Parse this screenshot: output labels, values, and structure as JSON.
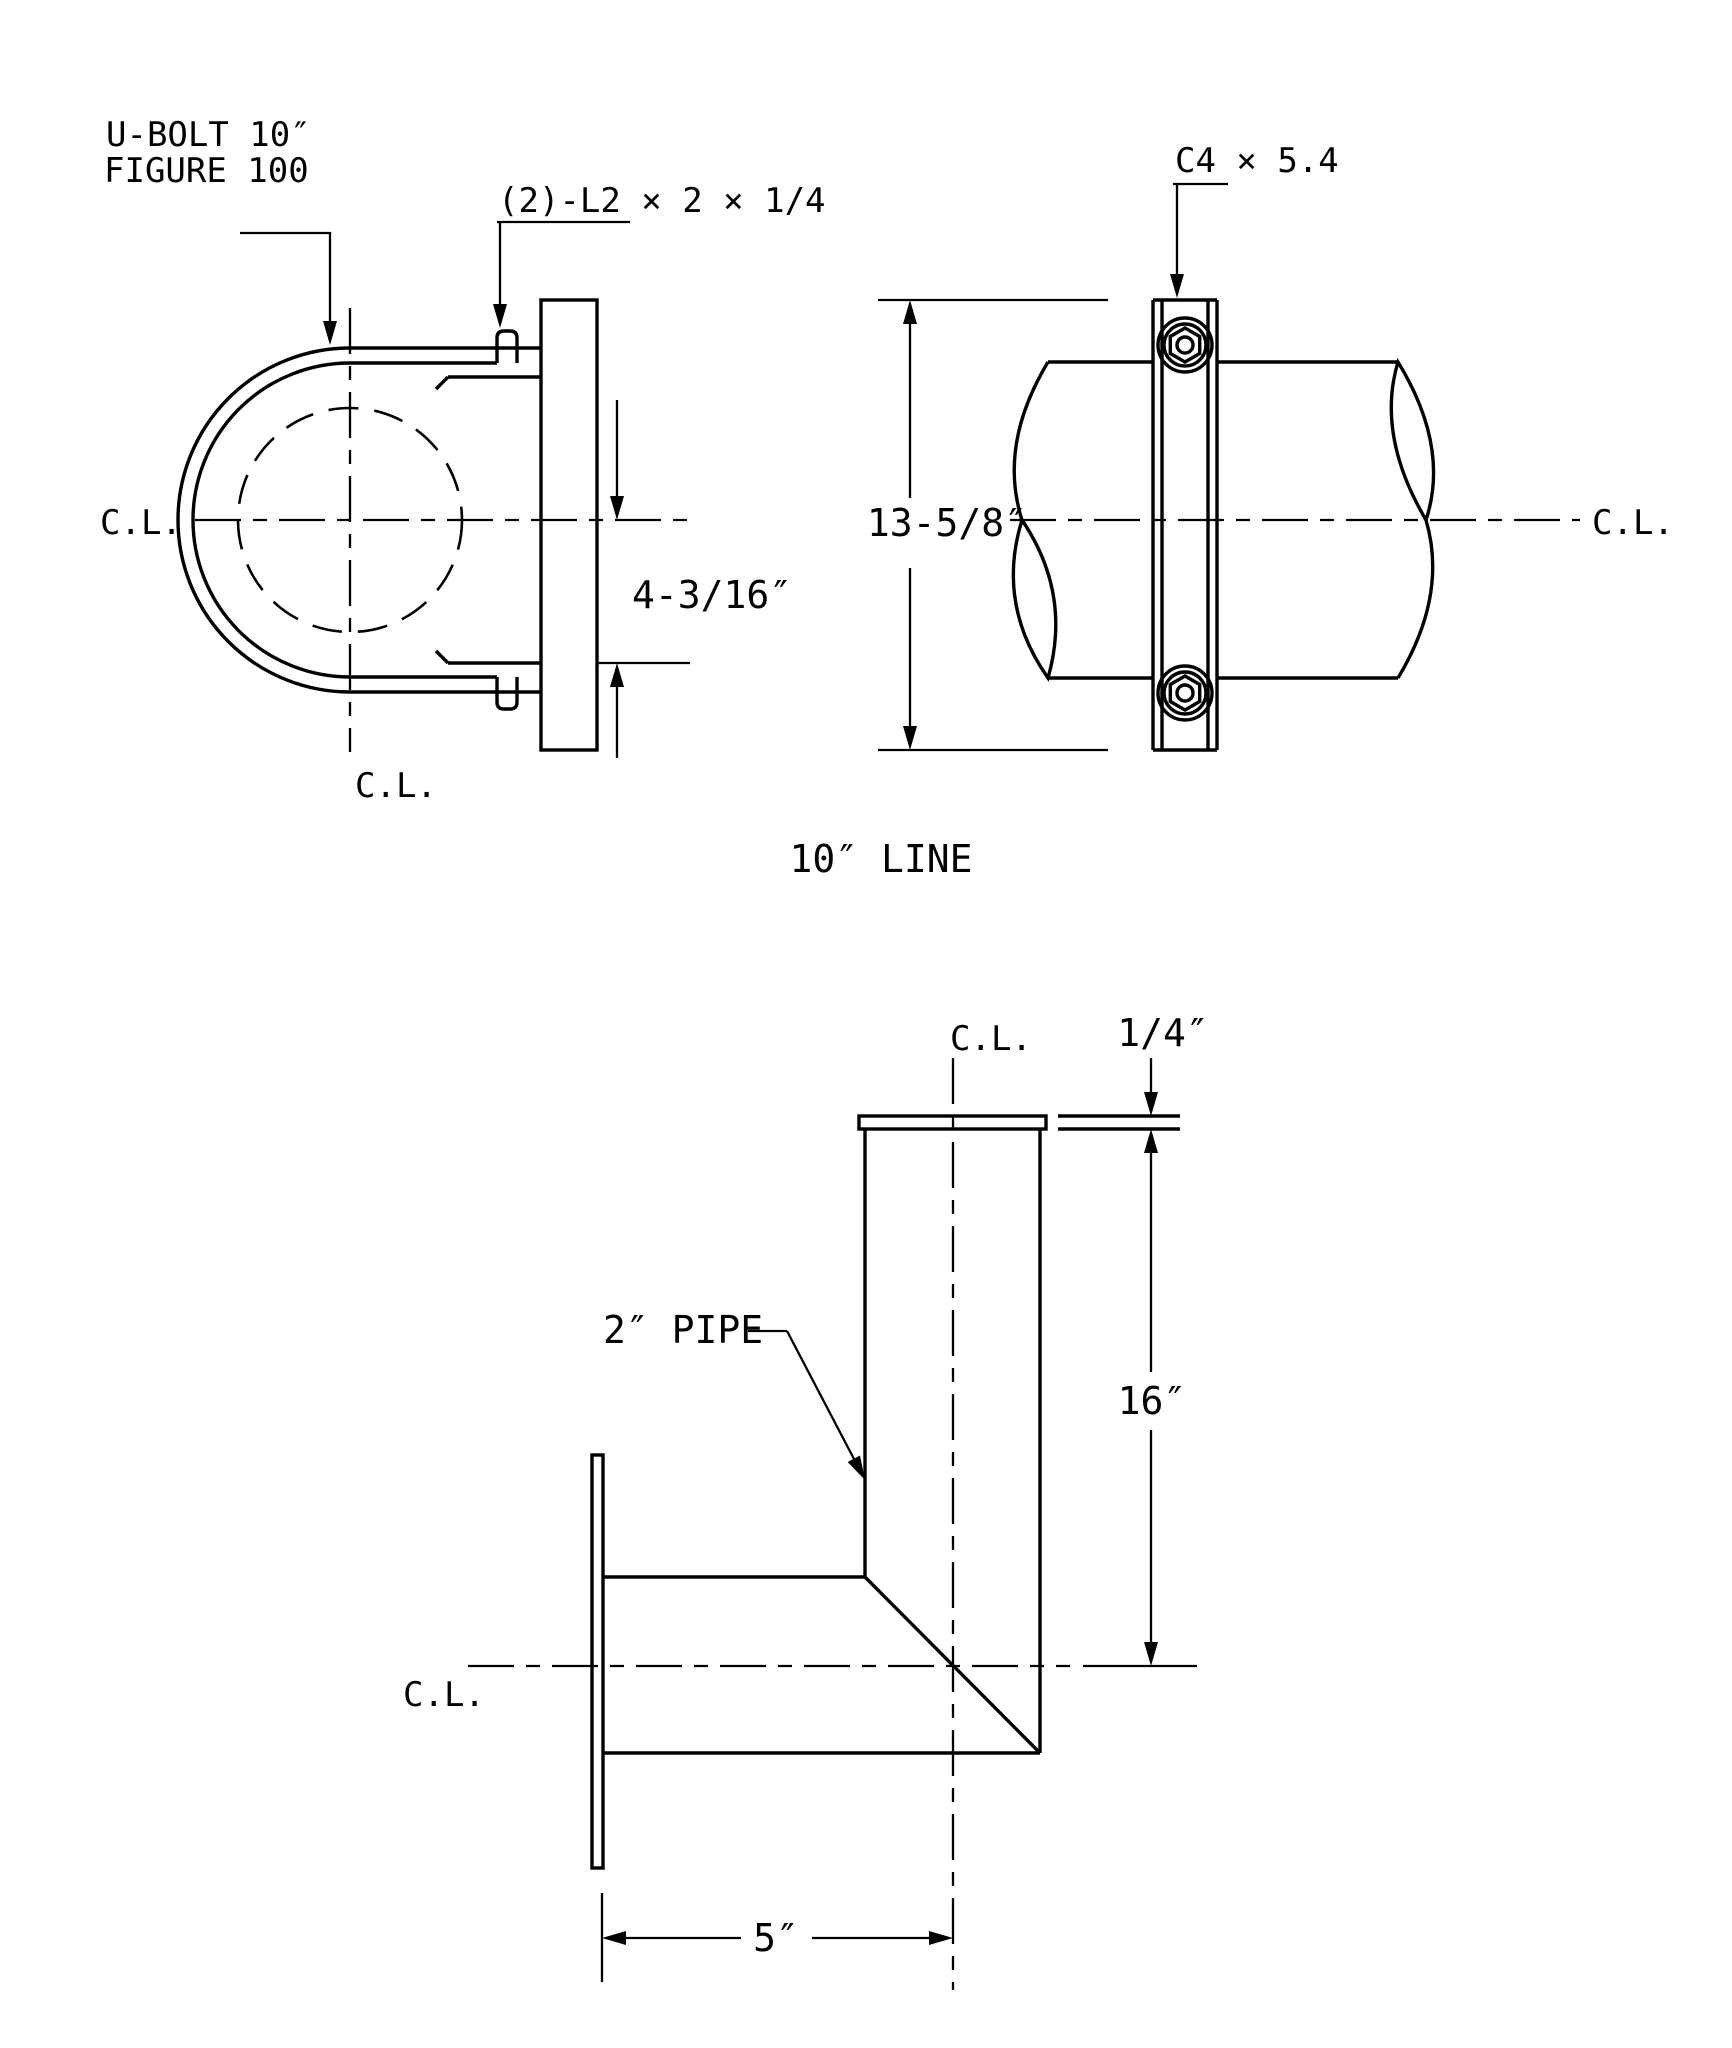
{
  "colors": {
    "background": "#ffffff",
    "line": "#000000"
  },
  "caption": "10″ LINE",
  "ubolt_view": {
    "ubolt_label_line1": "U-BOLT 10″",
    "ubolt_label_line2": "FIGURE 100",
    "angle_label": "(2)-L2 × 2 × 1/4",
    "cl_left": "C.L.",
    "cl_bottom": "C.L.",
    "dim_offset": "4-3/16″"
  },
  "channel_view": {
    "channel_label": "C4 × 5.4",
    "dim_height": "13-5/8″",
    "cl_right": "C.L."
  },
  "elbow_view": {
    "pipe_label": "2″ PIPE",
    "cl_top": "C.L.",
    "cl_left": "C.L.",
    "dim_plate": "1/4″",
    "dim_riser": "16″",
    "dim_run": "5″"
  }
}
